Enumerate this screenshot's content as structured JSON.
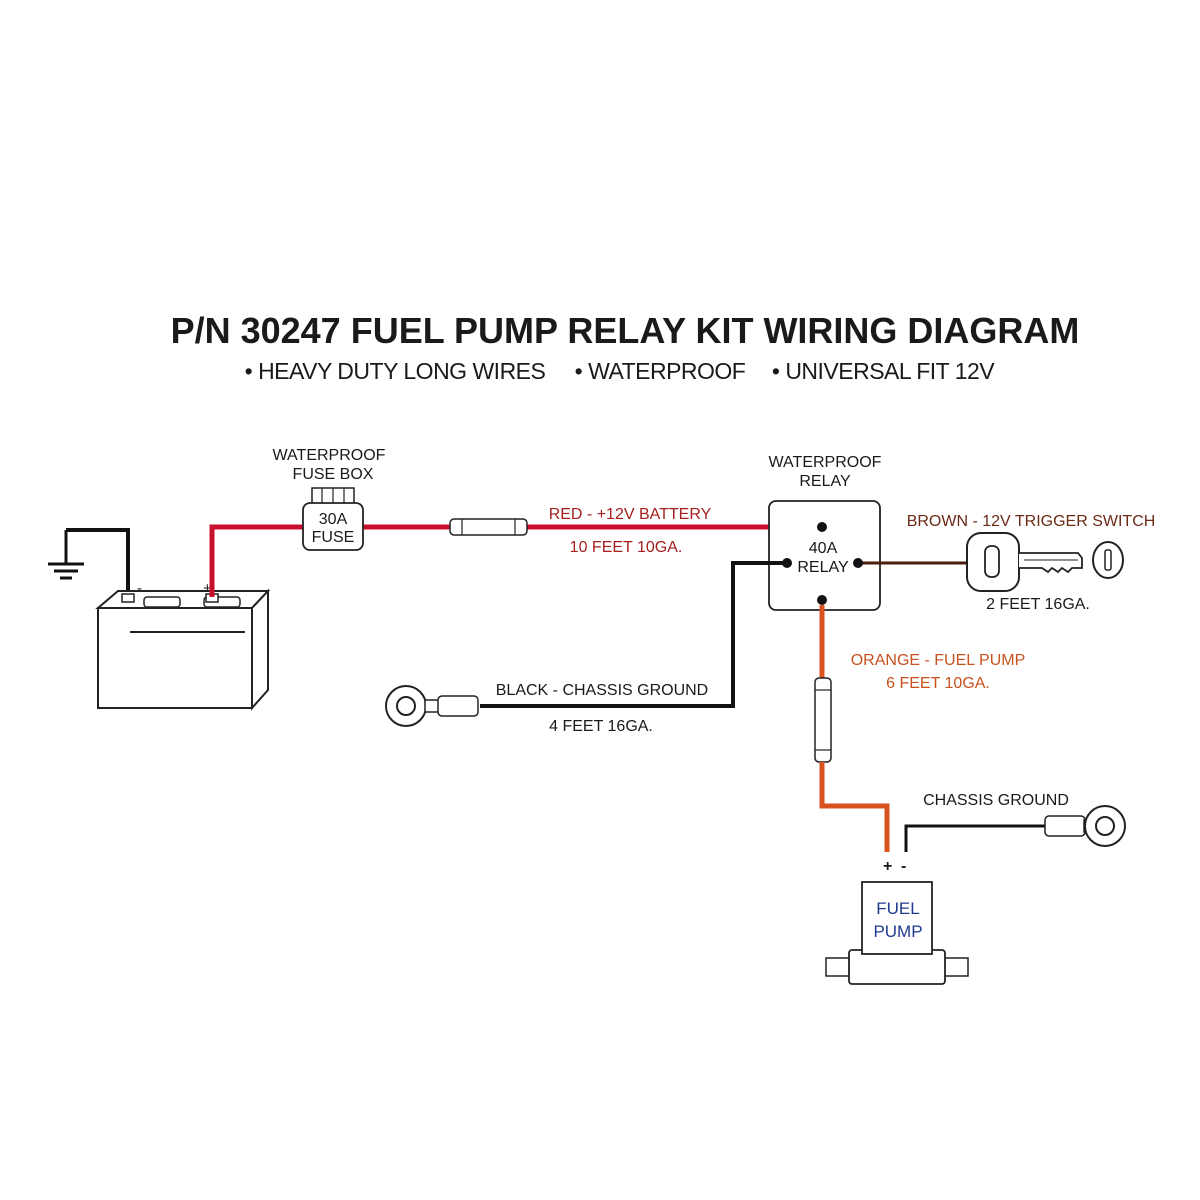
{
  "title": "P/N 30247 FUEL PUMP RELAY KIT WIRING DIAGRAM",
  "features": [
    "• HEAVY DUTY LONG WIRES",
    "• WATERPROOF",
    "• UNIVERSAL FIT 12V"
  ],
  "fuse_box": {
    "caption_line1": "WATERPROOF",
    "caption_line2": "FUSE BOX",
    "rating_line1": "30A",
    "rating_line2": "FUSE"
  },
  "relay": {
    "caption_line1": "WATERPROOF",
    "caption_line2": "RELAY",
    "rating_line1": "40A",
    "rating_line2": "RELAY"
  },
  "wires": {
    "red": {
      "label": "RED - +12V BATTERY",
      "spec": "10 FEET 10GA.",
      "color": "#c8102e"
    },
    "brown": {
      "label": "BROWN - 12V TRIGGER SWITCH",
      "spec": "2 FEET 16GA.",
      "color": "#4a1d0c"
    },
    "black": {
      "label": "BLACK - CHASSIS GROUND",
      "spec": "4 FEET 16GA.",
      "color": "#111111"
    },
    "orange": {
      "label": "ORANGE - FUEL PUMP",
      "spec": "6 FEET 10GA.",
      "color": "#d9531e"
    },
    "pump_ground": {
      "label": "CHASSIS GROUND"
    }
  },
  "battery": {
    "pos_terminal": "+",
    "neg_terminal": "-"
  },
  "fuel_pump": {
    "label_line1": "FUEL",
    "label_line2": "PUMP",
    "plus": "+",
    "minus": "-"
  }
}
